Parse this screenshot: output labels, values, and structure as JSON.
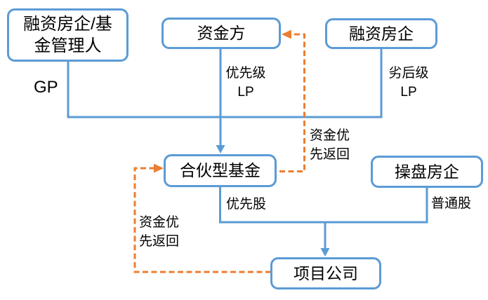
{
  "diagram": {
    "description": "Partnership fund real-estate financing structure diagram",
    "colors": {
      "node_border": "#5B9BD5",
      "equity_flow": "#5B9BD5",
      "return_flow": "#ED7D31",
      "text": "#000000",
      "background": "#FFFFFF"
    },
    "nodes": {
      "gp_manager": {
        "label": "融资房企/基\n金管理人"
      },
      "capital_provider": {
        "label": "资金方"
      },
      "financing_company": {
        "label": "融资房企"
      },
      "partnership_fund": {
        "label": "合伙型基金"
      },
      "operating_company": {
        "label": "操盘房企"
      },
      "project_company": {
        "label": "项目公司"
      }
    },
    "edge_labels": {
      "gp": "GP",
      "priority_lp": "优先级\nLP",
      "subordinate_lp": "劣后级\nLP",
      "capital_return_to_provider": "资金优\n先返回",
      "capital_return_to_fund": "资金优\n先返回",
      "preferred_shares": "优先股",
      "common_shares": "普通股"
    }
  }
}
